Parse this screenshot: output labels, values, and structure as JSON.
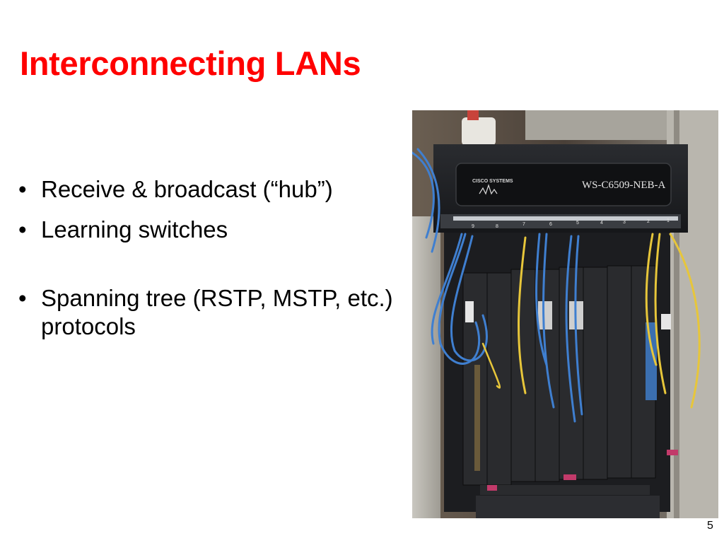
{
  "slide": {
    "title": "Interconnecting LANs",
    "bullets": [
      {
        "marker": "•",
        "text": "Receive & broadcast (“hub”)"
      },
      {
        "marker": "•",
        "text": "Learning switches"
      },
      {
        "marker": "•",
        "text": "Spanning tree (RSTP, MSTP, etc.) protocols"
      }
    ],
    "page_number": "5"
  },
  "photo": {
    "brand_label": "CISCO SYSTEMS",
    "model_label": "WS-C6509-NEB-A",
    "slot_numbers": [
      "9",
      "8",
      "7",
      "6",
      "5",
      "4",
      "3",
      "2",
      "1"
    ]
  },
  "colors": {
    "title": "#ff0000",
    "text": "#000000",
    "chassis": "#1d1f22",
    "cable_blue": "#3f7fd0",
    "cable_yellow": "#e7c63a"
  }
}
